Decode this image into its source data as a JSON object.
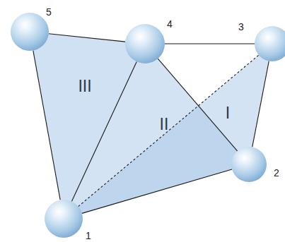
{
  "diagram": {
    "nodes": [
      {
        "text": [
          "1"
        ]
      },
      {
        "text": [
          "2"
        ]
      },
      {
        "text": [
          "3"
        ]
      },
      {
        "text": [
          "4"
        ]
      },
      {
        "text": [
          "5"
        ]
      }
    ],
    "edges": [
      {
        "from": 0,
        "to": 4,
        "arrow": "none"
      },
      {
        "from": 4,
        "to": 3,
        "arrow": "none"
      },
      {
        "from": 3,
        "to": 2,
        "arrow": "none"
      },
      {
        "from": 2,
        "to": 1,
        "arrow": "none"
      },
      {
        "from": 1,
        "to": 0,
        "arrow": "none"
      },
      {
        "from": 0,
        "to": 3,
        "arrow": "none"
      },
      {
        "from": 3,
        "to": 1,
        "arrow": "none"
      },
      {
        "from": 0,
        "to": 2,
        "arrow": "none"
      }
    ],
    "labels": [
      "III",
      "II",
      "I"
    ]
  }
}
